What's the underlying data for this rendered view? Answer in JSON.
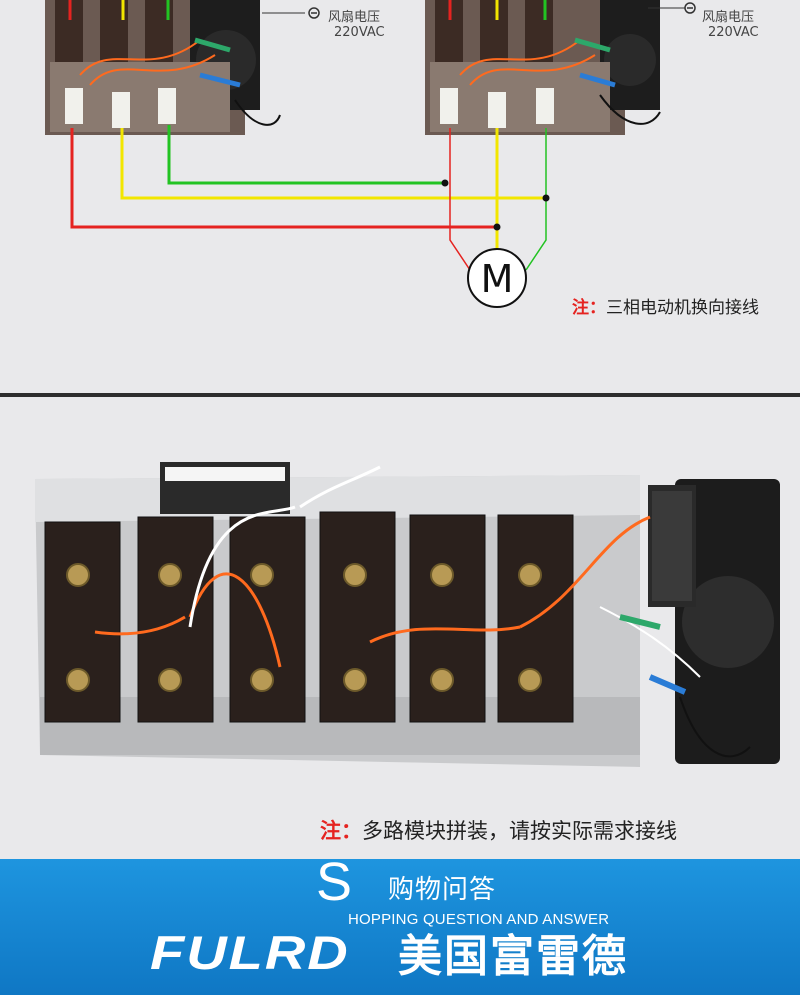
{
  "top_panel": {
    "fan_label_cn": "风扇电压",
    "fan_voltage": "220VAC",
    "motor_symbol": "M",
    "note_prefix": "注：",
    "note_text": "三相电动机换向接线"
  },
  "bottom_panel": {
    "note_prefix": "注：",
    "note_text": "多路模块拼装，请按实际需求接线"
  },
  "footer": {
    "big_letter": "S",
    "title_cn": "购物问答",
    "title_en": "HOPPING QUESTION AND ANSWER",
    "brand_en": "FULRD",
    "brand_cn": "美国富雷德"
  },
  "colors": {
    "panel_bg": "#e9e9eb",
    "wire_red": "#e52320",
    "wire_yellow": "#f2e600",
    "wire_green": "#22c322",
    "footer_blue": "#1388d6"
  }
}
